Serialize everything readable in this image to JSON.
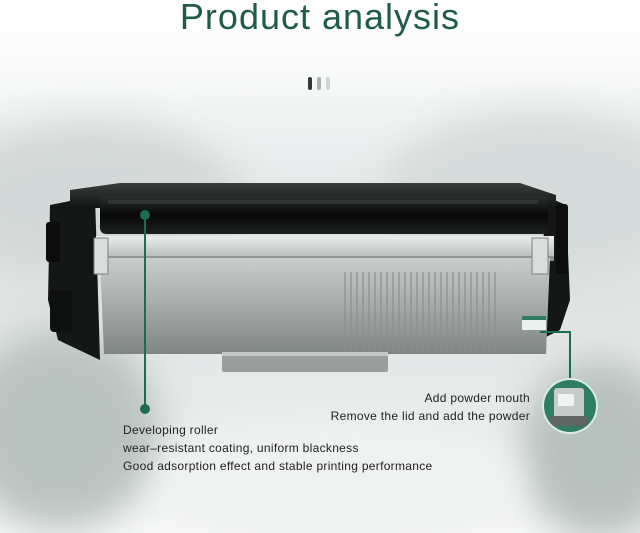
{
  "title": "Product analysis",
  "pager": {
    "active_color": "#2f3a37",
    "inactive_colors": [
      "#a9b3b0",
      "#cfd6d4"
    ]
  },
  "accent_color": "#1d6b55",
  "left_callout": {
    "heading": "Developing roller",
    "line1": "wear–resistant coating, uniform blackness",
    "line2": "Good adsorption effect and stable printing performance"
  },
  "right_callout": {
    "heading": "Add powder mouth",
    "line1": "Remove the lid and add the powder"
  }
}
